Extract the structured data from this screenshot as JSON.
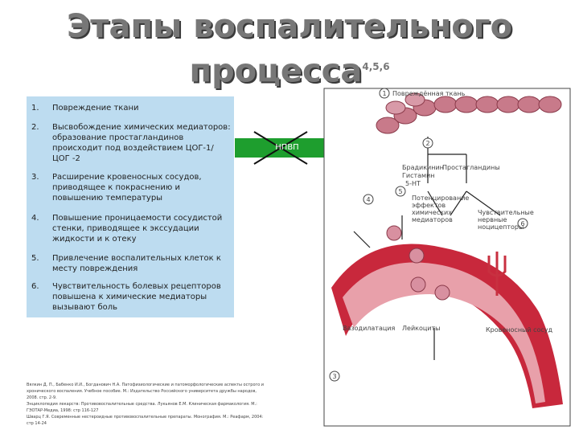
{
  "slide": {
    "title_line1": "Этапы воспалительного",
    "title_line2": "процесса",
    "title_sup": "4,5,6"
  },
  "stages": [
    {
      "num": "1.",
      "text": "Повреждение ткани"
    },
    {
      "num": "2.",
      "text": "Высвобождение химических медиаторов: образование простагландинов происходит под воздействием ЦОГ-1/ЦОГ -2"
    },
    {
      "num": "3.",
      "text": "Расширение кровеносных сосудов, приводящее к покраснению и повышению температуры"
    },
    {
      "num": "4.",
      "text": "Повышение проницаемости сосудистой стенки, приводящее к экссудации жидкости и к отеку"
    },
    {
      "num": "5.",
      "text": "Привлечение воспалительных клеток к месту повреждения"
    },
    {
      "num": "6.",
      "text": "Чувствительность болевых рецепторов повышена к химические медиаторы вызывают боль"
    }
  ],
  "nsaid_label": "НПВП",
  "references": [
    "Вялкин Д. П., Бабенко И.И., Богданович Н.А. Патофизиологические и патоморфологические аспекты острого и хронического воспаления. Учебное пособие. М.: Издательство Российского университета дружбы народов, 2008. стр. 2-9.",
    "Энциклопедия лекарств: Противовоспалительные средства. Лукьянов Е.М. Клиническая фармакология. М.: ГЭОТАР-Медиа, 1998: стр 116-127",
    "Шварц Г.Я. Современные нестероидные противовоспалительные препараты. Монография. М.: Реафарм, 2004: стр 14-24"
  ],
  "diagram": {
    "labels": {
      "tissue_damage": "Повреждённая ткань",
      "bradykinin": "Брадикинин",
      "histamine": "Гистамин",
      "serotonin": "5-НТ",
      "prostaglandins": "Простагландины",
      "potentiation": "Потенцирование эффектов химических медиаторов",
      "nociceptors": "Чувствительные нервные ноцицепторы",
      "vasodilation": "Вазодилатация",
      "leukocytes": "Лейкоциты",
      "blood_vessel": "Кровеносный сосуд"
    },
    "steps": [
      "1",
      "2",
      "3",
      "4",
      "5",
      "6"
    ],
    "colors": {
      "vessel": "#c8283c",
      "vessel_light": "#e8a0aa",
      "tissue": "#c87a8a",
      "leukocyte": "#d890a0",
      "nerve": "#c83040",
      "arrow_green": "#1e9e2e"
    }
  }
}
